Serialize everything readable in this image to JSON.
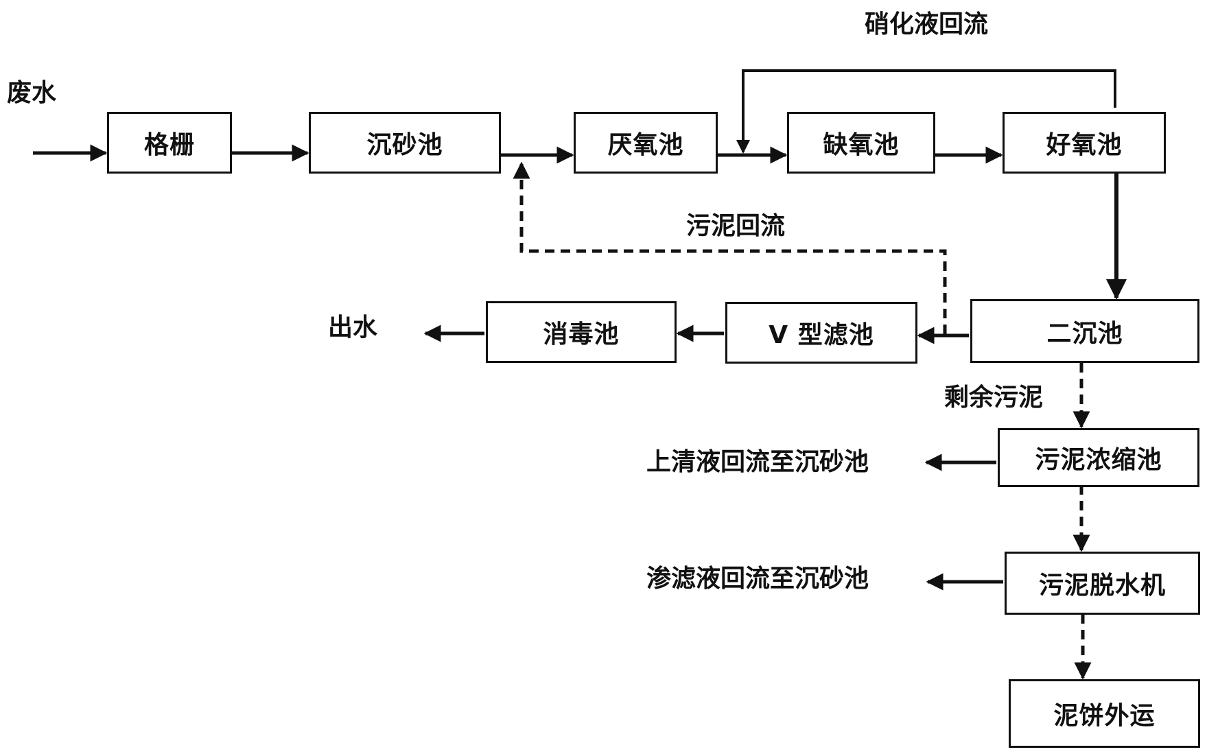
{
  "labels": {
    "input": "废水",
    "output": "出水",
    "nitrate_return": "硝化液回流",
    "sludge_return": "污泥回流",
    "excess_sludge": "剩余污泥",
    "supernatant_return": "上清液回流至沉砂池",
    "filtrate_return": "渗滤液回流至沉砂池"
  },
  "nodes": {
    "grille": "格栅",
    "grit_chamber": "沉砂池",
    "anaerobic": "厌氧池",
    "anoxic": "缺氧池",
    "aerobic": "好氧池",
    "secondary_clarifier": "二沉池",
    "v_filter": "V 型滤池",
    "disinfection": "消毒池",
    "thickener": "污泥浓缩池",
    "dewatering": "污泥脱水机",
    "cake_disposal": "泥饼外运"
  },
  "colors": {
    "line": "#111111",
    "background": "#ffffff"
  }
}
